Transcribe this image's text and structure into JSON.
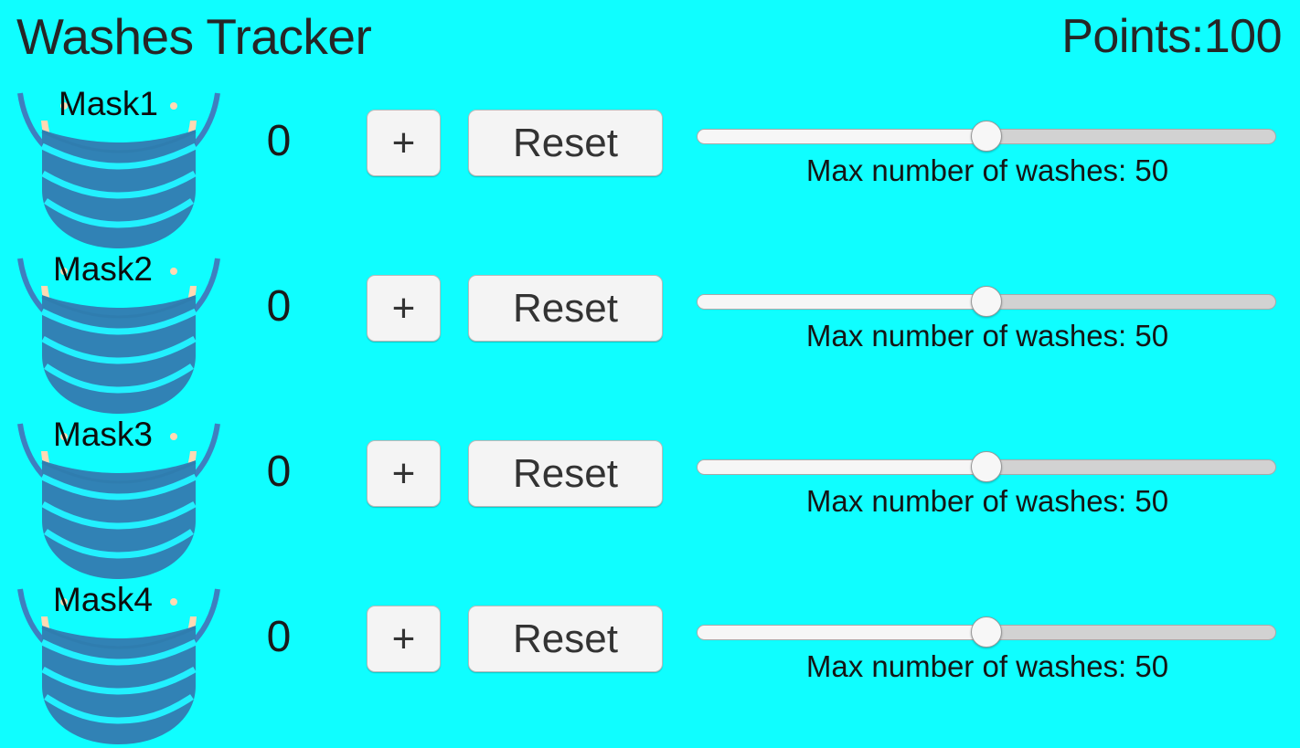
{
  "header": {
    "title": "Washes Tracker",
    "points_label": "Points:",
    "points_value": "100"
  },
  "colors": {
    "background": "#0ffeff",
    "text": "#1a1a1a",
    "mask_body": "#3182b5",
    "mask_pleat_line": "#22f0ff",
    "mask_loop": "#3f7fbf",
    "mask_ear": "#ffd9b3",
    "button_face": "#f4f4f4",
    "button_border": "#b9b9b9",
    "slider_track": "#d2d2d2",
    "slider_fill": "#f6f6f6",
    "slider_thumb": "#f7f7f7"
  },
  "controls": {
    "increment_label": "+",
    "reset_label": "Reset",
    "slider_caption_prefix": "Max number of washes:",
    "mask_icon_name": "face-mask-icon"
  },
  "rows": [
    {
      "mask_label": "Mask1",
      "wash_count": "0",
      "increment_label": "+",
      "reset_label": "Reset",
      "slider_value": 50,
      "slider_min": 0,
      "slider_max": 100,
      "slider_percent": 50,
      "slider_caption": "Max number of washes: 50"
    },
    {
      "mask_label": "Mask2",
      "wash_count": "0",
      "increment_label": "+",
      "reset_label": "Reset",
      "slider_value": 50,
      "slider_min": 0,
      "slider_max": 100,
      "slider_percent": 50,
      "slider_caption": "Max number of washes: 50"
    },
    {
      "mask_label": "Mask3",
      "wash_count": "0",
      "increment_label": "+",
      "reset_label": "Reset",
      "slider_value": 50,
      "slider_min": 0,
      "slider_max": 100,
      "slider_percent": 50,
      "slider_caption": "Max number of washes: 50"
    },
    {
      "mask_label": "Mask4",
      "wash_count": "0",
      "increment_label": "+",
      "reset_label": "Reset",
      "slider_value": 50,
      "slider_min": 0,
      "slider_max": 100,
      "slider_percent": 50,
      "slider_caption": "Max number of washes: 50"
    }
  ]
}
